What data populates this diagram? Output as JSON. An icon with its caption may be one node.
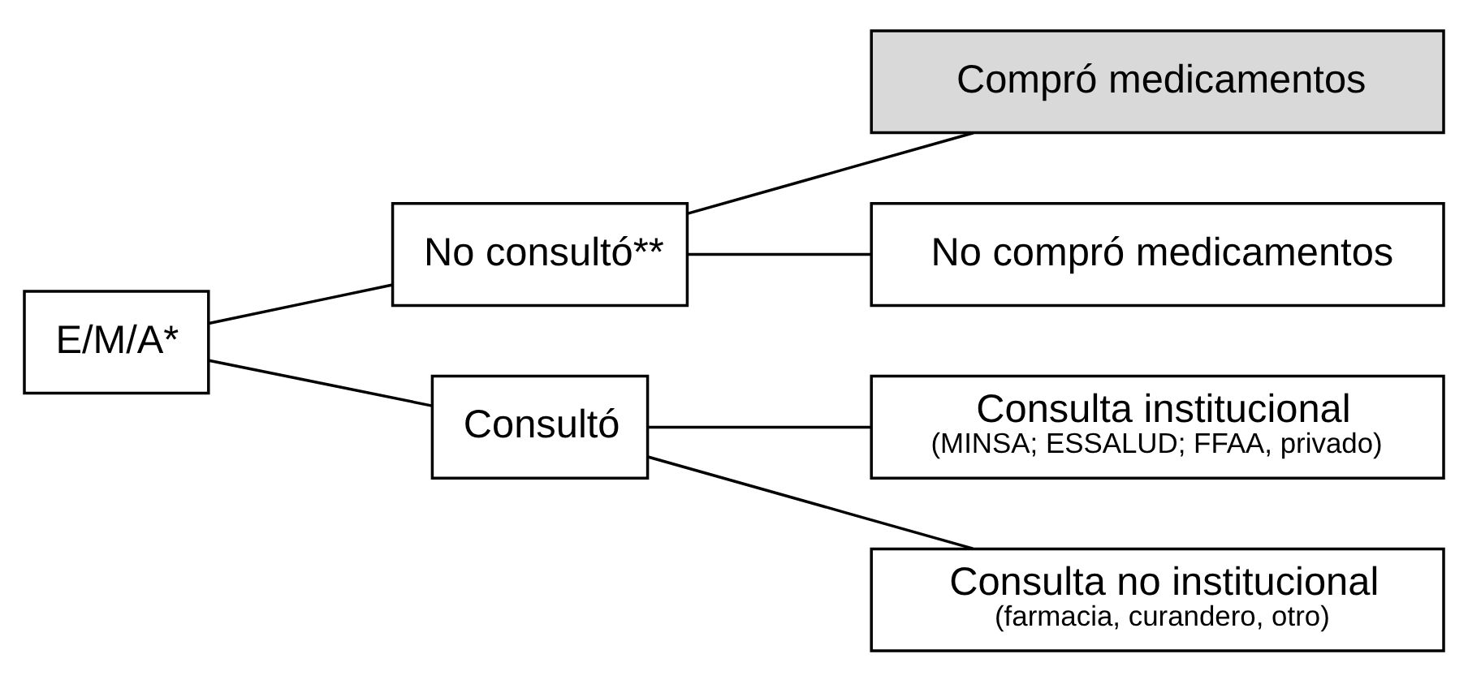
{
  "diagram": {
    "nodes": [
      {
        "text": [
          "E/M/A*"
        ]
      },
      {
        "text": [
          "No consultó**"
        ]
      },
      {
        "text": [
          "Compró medicamentos"
        ]
      },
      {
        "text": [
          "No compró medicamentos"
        ]
      },
      {
        "text": [
          "Consultó"
        ]
      },
      {
        "text": [
          "Consulta institucional",
          "(MINSA; ESSALUD; FFAA, privado)"
        ]
      },
      {
        "text": [
          "Consulta no institucional",
          "(farmacia, curandero, otro)"
        ]
      }
    ],
    "edges": [
      {
        "from": 0,
        "to": 1,
        "arrow": "none"
      },
      {
        "from": 0,
        "to": 4,
        "arrow": "none"
      },
      {
        "from": 1,
        "to": 2,
        "arrow": "none"
      },
      {
        "from": 1,
        "to": 3,
        "arrow": "none"
      },
      {
        "from": 4,
        "to": 5,
        "arrow": "none"
      },
      {
        "from": 4,
        "to": 6,
        "arrow": "none"
      }
    ]
  }
}
